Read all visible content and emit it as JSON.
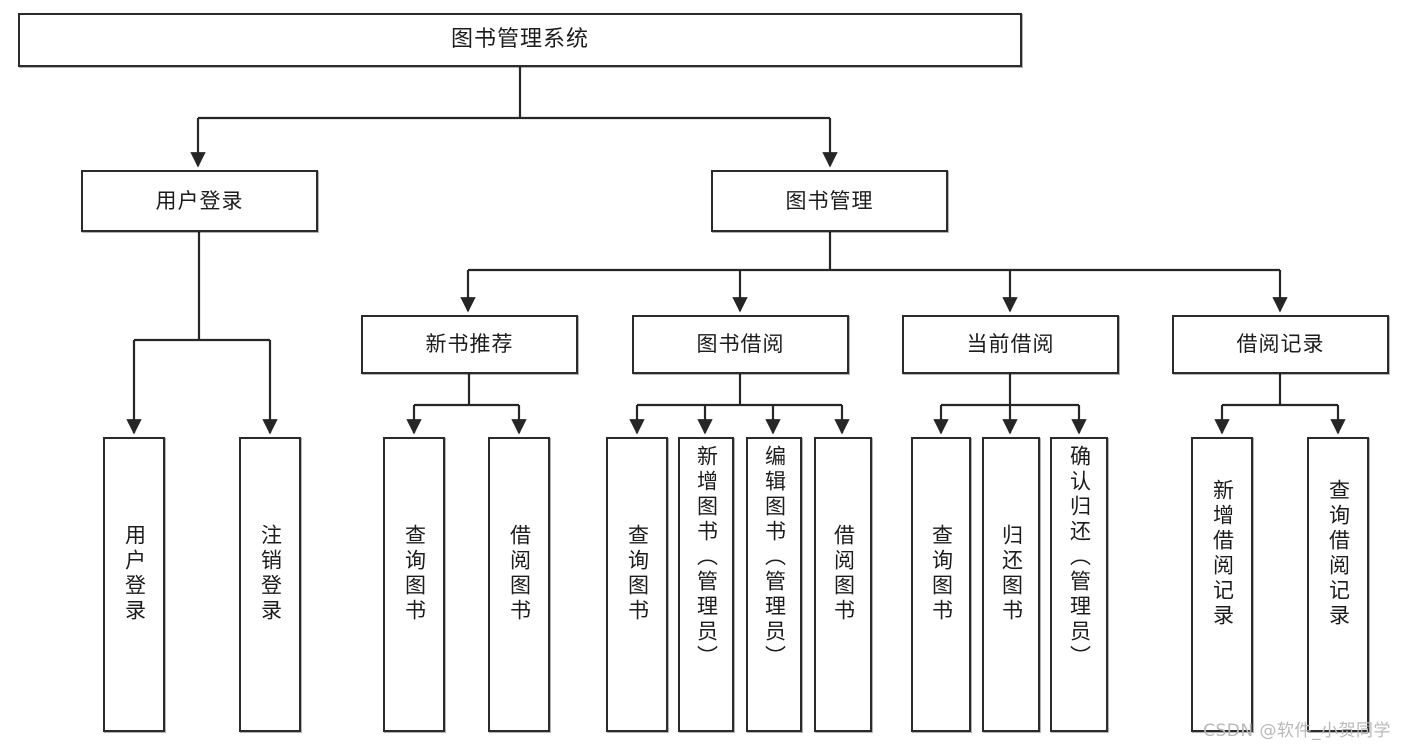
{
  "diagram": {
    "type": "tree",
    "title": "图书管理系统",
    "orientation": "top-down",
    "colors": {
      "box_border": "#2b2b2b",
      "box_fill": "#ffffff",
      "edge": "#262626",
      "text": "#1c1c1c",
      "watermark": "#b9b9b9"
    }
  },
  "nodes": {
    "root": {
      "label": "图书管理系统"
    },
    "level1": [
      {
        "id": "user-login",
        "label": "用户登录"
      },
      {
        "id": "book-management",
        "label": "图书管理"
      }
    ],
    "level2": [
      {
        "id": "new-book-recommend",
        "label": "新书推荐"
      },
      {
        "id": "book-borrow",
        "label": "图书借阅"
      },
      {
        "id": "current-borrow",
        "label": "当前借阅"
      },
      {
        "id": "borrow-record",
        "label": "借阅记录"
      }
    ],
    "leaves": {
      "user_login": [
        {
          "id": "leaf-user-login",
          "label": "用户登录"
        },
        {
          "id": "leaf-user-logout",
          "label": "注销登录"
        }
      ],
      "new_book_recommend": [
        {
          "id": "leaf-query-book-1",
          "label": "查询图书"
        },
        {
          "id": "leaf-borrow-book-1",
          "label": "借阅图书"
        }
      ],
      "book_borrow": [
        {
          "id": "leaf-query-book-2",
          "label": "查询图书"
        },
        {
          "id": "leaf-add-book",
          "label": "新增图书（管理员）"
        },
        {
          "id": "leaf-edit-book",
          "label": "编辑图书（管理员）"
        },
        {
          "id": "leaf-borrow-book-2",
          "label": "借阅图书"
        }
      ],
      "current_borrow": [
        {
          "id": "leaf-query-book-3",
          "label": "查询图书"
        },
        {
          "id": "leaf-return-book",
          "label": "归还图书"
        },
        {
          "id": "leaf-confirm-return",
          "label": "确认归还（管理员）"
        }
      ],
      "borrow_record": [
        {
          "id": "leaf-add-record",
          "label": "新增借阅记录"
        },
        {
          "id": "leaf-query-record",
          "label": "查询借阅记录"
        }
      ]
    }
  },
  "watermark": {
    "text": "CSDN @软件_小贺同学"
  }
}
